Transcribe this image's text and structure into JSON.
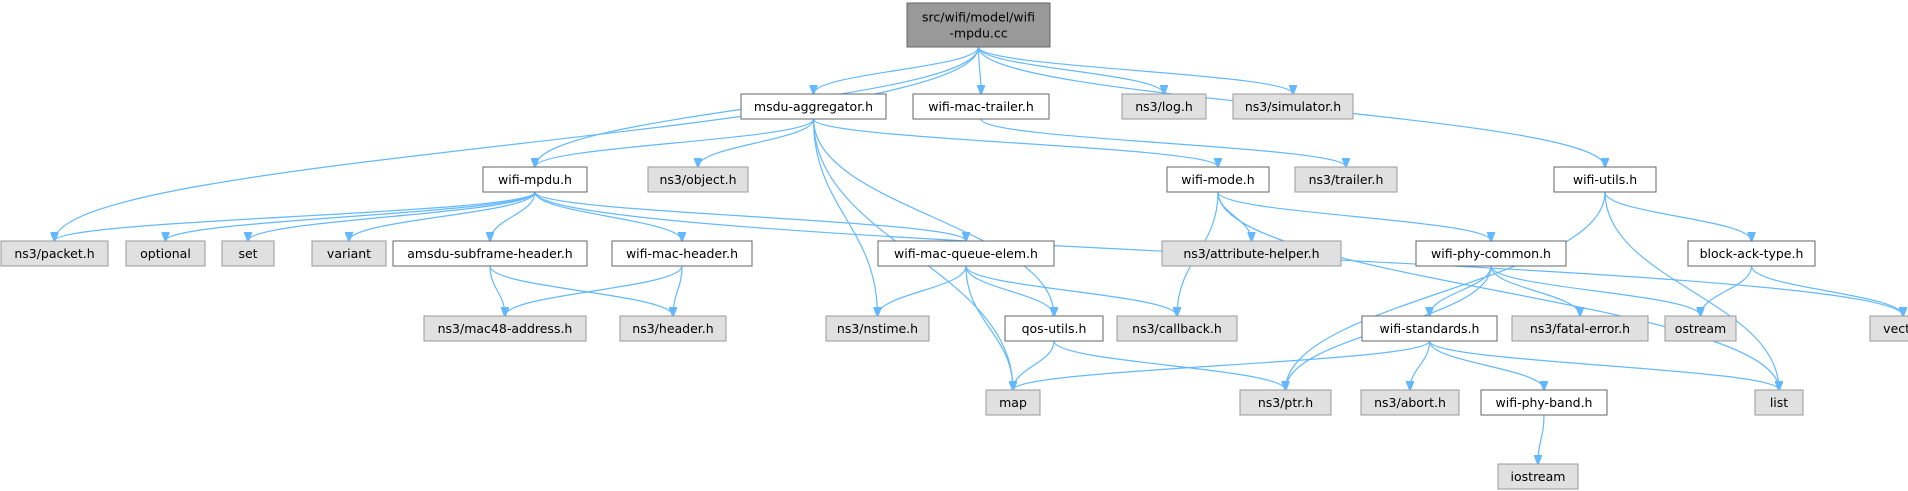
{
  "colors": {
    "root_fill": "#999999",
    "root_stroke": "#666666",
    "local_fill": "#ffffff",
    "local_stroke": "#666666",
    "external_fill": "#e0e0e0",
    "external_stroke": "#999999",
    "edge": "#63b8ff"
  },
  "nodes": [
    {
      "id": "root",
      "lines": [
        "src/wifi/model/wifi",
        "-mpdu.cc"
      ],
      "kind": "root"
    },
    {
      "id": "msdu_aggregator",
      "lines": [
        "msdu-aggregator.h"
      ],
      "kind": "local"
    },
    {
      "id": "wifi_mac_trailer",
      "lines": [
        "wifi-mac-trailer.h"
      ],
      "kind": "local"
    },
    {
      "id": "ns3_log",
      "lines": [
        "ns3/log.h"
      ],
      "kind": "external"
    },
    {
      "id": "ns3_simulator",
      "lines": [
        "ns3/simulator.h"
      ],
      "kind": "external"
    },
    {
      "id": "wifi_mpdu",
      "lines": [
        "wifi-mpdu.h"
      ],
      "kind": "local"
    },
    {
      "id": "ns3_object",
      "lines": [
        "ns3/object.h"
      ],
      "kind": "external"
    },
    {
      "id": "wifi_mode",
      "lines": [
        "wifi-mode.h"
      ],
      "kind": "local"
    },
    {
      "id": "ns3_trailer",
      "lines": [
        "ns3/trailer.h"
      ],
      "kind": "external"
    },
    {
      "id": "wifi_utils",
      "lines": [
        "wifi-utils.h"
      ],
      "kind": "local"
    },
    {
      "id": "ns3_packet",
      "lines": [
        "ns3/packet.h"
      ],
      "kind": "external"
    },
    {
      "id": "optional",
      "lines": [
        "optional"
      ],
      "kind": "external"
    },
    {
      "id": "set",
      "lines": [
        "set"
      ],
      "kind": "external"
    },
    {
      "id": "variant",
      "lines": [
        "variant"
      ],
      "kind": "external"
    },
    {
      "id": "amsdu_subframe_header",
      "lines": [
        "amsdu-subframe-header.h"
      ],
      "kind": "local"
    },
    {
      "id": "wifi_mac_header",
      "lines": [
        "wifi-mac-header.h"
      ],
      "kind": "local"
    },
    {
      "id": "wifi_mac_queue_elem",
      "lines": [
        "wifi-mac-queue-elem.h"
      ],
      "kind": "local"
    },
    {
      "id": "ns3_attribute_helper",
      "lines": [
        "ns3/attribute-helper.h"
      ],
      "kind": "external"
    },
    {
      "id": "wifi_phy_common",
      "lines": [
        "wifi-phy-common.h"
      ],
      "kind": "local"
    },
    {
      "id": "block_ack_type",
      "lines": [
        "block-ack-type.h"
      ],
      "kind": "local"
    },
    {
      "id": "ns3_mac48_address",
      "lines": [
        "ns3/mac48-address.h"
      ],
      "kind": "external"
    },
    {
      "id": "ns3_header",
      "lines": [
        "ns3/header.h"
      ],
      "kind": "external"
    },
    {
      "id": "ns3_nstime",
      "lines": [
        "ns3/nstime.h"
      ],
      "kind": "external"
    },
    {
      "id": "qos_utils",
      "lines": [
        "qos-utils.h"
      ],
      "kind": "local"
    },
    {
      "id": "ns3_callback",
      "lines": [
        "ns3/callback.h"
      ],
      "kind": "external"
    },
    {
      "id": "wifi_standards",
      "lines": [
        "wifi-standards.h"
      ],
      "kind": "local"
    },
    {
      "id": "ns3_fatal_error",
      "lines": [
        "ns3/fatal-error.h"
      ],
      "kind": "external"
    },
    {
      "id": "ostream",
      "lines": [
        "ostream"
      ],
      "kind": "external"
    },
    {
      "id": "vector",
      "lines": [
        "vector"
      ],
      "kind": "external"
    },
    {
      "id": "map",
      "lines": [
        "map"
      ],
      "kind": "external"
    },
    {
      "id": "ns3_ptr",
      "lines": [
        "ns3/ptr.h"
      ],
      "kind": "external"
    },
    {
      "id": "ns3_abort",
      "lines": [
        "ns3/abort.h"
      ],
      "kind": "external"
    },
    {
      "id": "wifi_phy_band",
      "lines": [
        "wifi-phy-band.h"
      ],
      "kind": "local"
    },
    {
      "id": "list",
      "lines": [
        "list"
      ],
      "kind": "external"
    },
    {
      "id": "iostream",
      "lines": [
        "iostream"
      ],
      "kind": "external"
    }
  ],
  "edges": [
    [
      "root",
      "msdu_aggregator"
    ],
    [
      "root",
      "wifi_mac_trailer"
    ],
    [
      "root",
      "ns3_log"
    ],
    [
      "root",
      "ns3_simulator"
    ],
    [
      "root",
      "wifi_mpdu"
    ],
    [
      "root",
      "ns3_packet"
    ],
    [
      "root",
      "wifi_utils"
    ],
    [
      "msdu_aggregator",
      "wifi_mpdu"
    ],
    [
      "msdu_aggregator",
      "ns3_object"
    ],
    [
      "msdu_aggregator",
      "wifi_mode"
    ],
    [
      "msdu_aggregator",
      "ns3_nstime"
    ],
    [
      "msdu_aggregator",
      "map"
    ],
    [
      "msdu_aggregator",
      "qos_utils"
    ],
    [
      "wifi_mac_trailer",
      "ns3_trailer"
    ],
    [
      "wifi_mpdu",
      "ns3_packet"
    ],
    [
      "wifi_mpdu",
      "optional"
    ],
    [
      "wifi_mpdu",
      "set"
    ],
    [
      "wifi_mpdu",
      "variant"
    ],
    [
      "wifi_mpdu",
      "amsdu_subframe_header"
    ],
    [
      "wifi_mpdu",
      "wifi_mac_header"
    ],
    [
      "wifi_mpdu",
      "wifi_mac_queue_elem"
    ],
    [
      "wifi_mpdu",
      "vector"
    ],
    [
      "amsdu_subframe_header",
      "ns3_mac48_address"
    ],
    [
      "amsdu_subframe_header",
      "ns3_header"
    ],
    [
      "wifi_mac_header",
      "ns3_mac48_address"
    ],
    [
      "wifi_mac_header",
      "ns3_header"
    ],
    [
      "wifi_mac_queue_elem",
      "ns3_nstime"
    ],
    [
      "wifi_mac_queue_elem",
      "map"
    ],
    [
      "wifi_mac_queue_elem",
      "qos_utils"
    ],
    [
      "wifi_mac_queue_elem",
      "ns3_callback"
    ],
    [
      "qos_utils",
      "map"
    ],
    [
      "qos_utils",
      "ns3_ptr"
    ],
    [
      "wifi_mode",
      "ns3_attribute_helper"
    ],
    [
      "wifi_mode",
      "ns3_callback"
    ],
    [
      "wifi_mode",
      "wifi_phy_common"
    ],
    [
      "wifi_mode",
      "list"
    ],
    [
      "wifi_utils",
      "block_ack_type"
    ],
    [
      "wifi_utils",
      "ns3_ptr"
    ],
    [
      "wifi_utils",
      "list"
    ],
    [
      "block_ack_type",
      "ostream"
    ],
    [
      "block_ack_type",
      "vector"
    ],
    [
      "wifi_phy_common",
      "wifi_standards"
    ],
    [
      "wifi_phy_common",
      "ns3_fatal_error"
    ],
    [
      "wifi_phy_common",
      "ostream"
    ],
    [
      "wifi_phy_common",
      "ns3_ptr"
    ],
    [
      "wifi_standards",
      "map"
    ],
    [
      "wifi_standards",
      "ns3_abort"
    ],
    [
      "wifi_standards",
      "wifi_phy_band"
    ],
    [
      "wifi_standards",
      "list"
    ],
    [
      "wifi_phy_band",
      "iostream"
    ]
  ]
}
